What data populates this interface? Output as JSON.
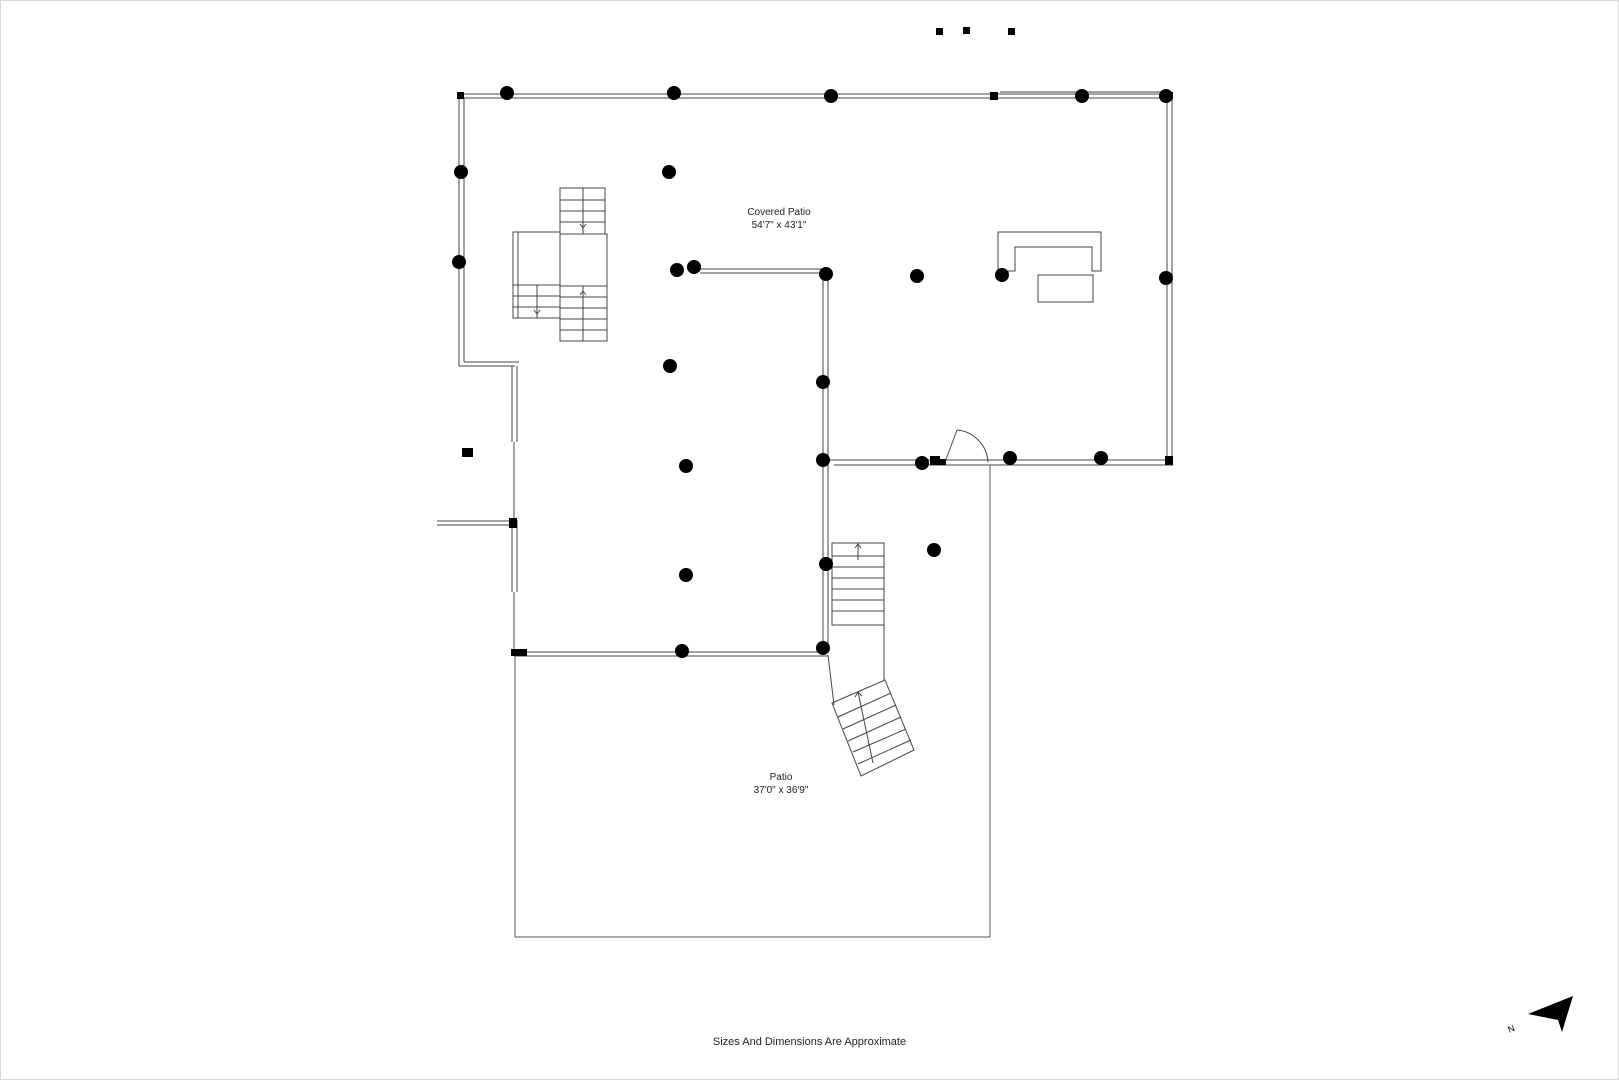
{
  "rooms": {
    "covered_patio": {
      "name": "Covered Patio",
      "dimensions": "54'7\" x 43'1\""
    },
    "patio": {
      "name": "Patio",
      "dimensions": "37'0\" x 36'9\""
    }
  },
  "footer": {
    "note": "Sizes And Dimensions Are Approximate"
  },
  "compass": {
    "letter": "N",
    "icon": "north-arrow-icon"
  },
  "colors": {
    "wall": "#000000",
    "line": "#555555",
    "background": "#ffffff"
  }
}
